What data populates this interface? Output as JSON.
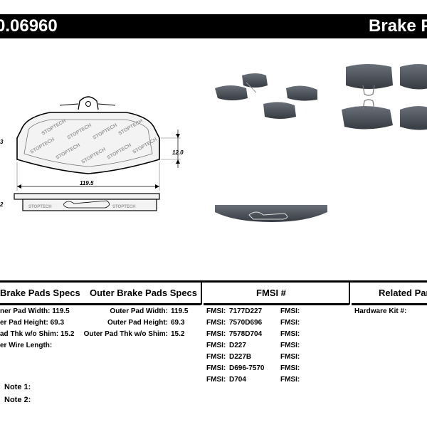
{
  "header": {
    "part_number": "0.06960",
    "title": "Brake P"
  },
  "drawing": {
    "dim_width": "119.5",
    "dim_height": "3",
    "dim_thk": "12.0",
    "dim_side": "2",
    "brand_text": "STOPTECH"
  },
  "inner_specs": {
    "heading": "Brake Pads Specs",
    "rows": [
      {
        "label": "ner Pad Width:",
        "value": "119.5"
      },
      {
        "label": "er Pad Height:",
        "value": "69.3"
      },
      {
        "label": "ad Thk w/o Shim:",
        "value": "15.2"
      },
      {
        "label": "er Wire Length:",
        "value": ""
      }
    ]
  },
  "outer_specs": {
    "heading": "Outer Brake Pads Specs",
    "rows": [
      {
        "label": "Outer Pad Width:",
        "value": "119.5"
      },
      {
        "label": "Outer Pad Height:",
        "value": "69.3"
      },
      {
        "label": "Outer Pad Thk w/o Shim:",
        "value": "15.2"
      }
    ]
  },
  "fmsi": {
    "heading": "FMSI #",
    "label": "FMSI:",
    "values": [
      "7177D227",
      "7570D696",
      "7578D704",
      "D227",
      "D227B",
      "D696-7570",
      "D704"
    ]
  },
  "related": {
    "heading": "Related Par",
    "hardware_label": "Hardware Kit #:"
  },
  "notes": [
    {
      "label": "Note 1:",
      "value": ""
    },
    {
      "label": "Note 2:",
      "value": ""
    }
  ]
}
